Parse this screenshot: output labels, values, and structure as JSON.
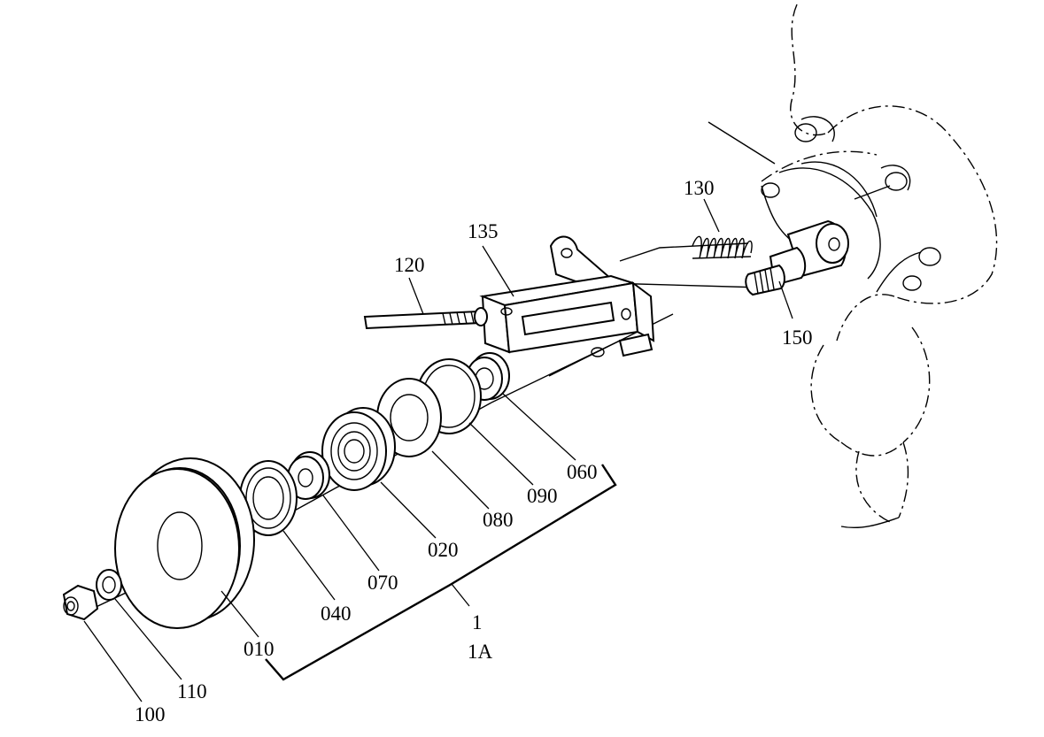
{
  "callouts": [
    {
      "id": "010",
      "text": "010"
    },
    {
      "id": "020",
      "text": "020"
    },
    {
      "id": "040",
      "text": "040"
    },
    {
      "id": "060",
      "text": "060"
    },
    {
      "id": "070",
      "text": "070"
    },
    {
      "id": "080",
      "text": "080"
    },
    {
      "id": "090",
      "text": "090"
    },
    {
      "id": "100",
      "text": "100"
    },
    {
      "id": "110",
      "text": "110"
    },
    {
      "id": "120",
      "text": "120"
    },
    {
      "id": "130",
      "text": "130"
    },
    {
      "id": "135",
      "text": "135"
    },
    {
      "id": "150",
      "text": "150"
    }
  ],
  "assembly": {
    "number": "1",
    "variant": "1A"
  }
}
